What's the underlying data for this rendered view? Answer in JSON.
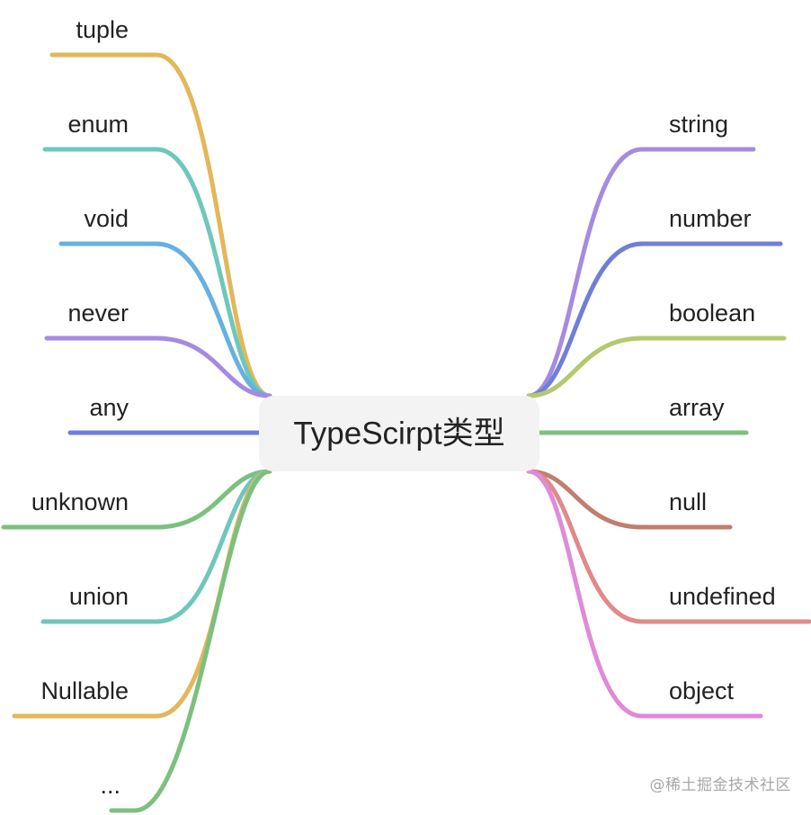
{
  "root": {
    "label": "TypeScirpt类型"
  },
  "left_branches": [
    {
      "label": "tuple",
      "color": "#e3b75a"
    },
    {
      "label": "enum",
      "color": "#6fc7bb"
    },
    {
      "label": "void",
      "color": "#67b0e0"
    },
    {
      "label": "never",
      "color": "#a58be0"
    },
    {
      "label": "any",
      "color": "#6f7fd8"
    },
    {
      "label": "unknown",
      "color": "#7cc07f"
    },
    {
      "label": "union",
      "color": "#6fc7bb"
    },
    {
      "label": "Nullable",
      "color": "#e3b75a"
    },
    {
      "label": "...",
      "color": "#7cc07f"
    }
  ],
  "right_branches": [
    {
      "label": "string",
      "color": "#a58be0"
    },
    {
      "label": "number",
      "color": "#6f7fd8"
    },
    {
      "label": "boolean",
      "color": "#b2c96e"
    },
    {
      "label": "array",
      "color": "#7cc07f"
    },
    {
      "label": "null",
      "color": "#c07f6e"
    },
    {
      "label": "undefined",
      "color": "#e08a8a"
    },
    {
      "label": "object",
      "color": "#e08ad8"
    }
  ],
  "watermark": "@稀土掘金技术社区"
}
